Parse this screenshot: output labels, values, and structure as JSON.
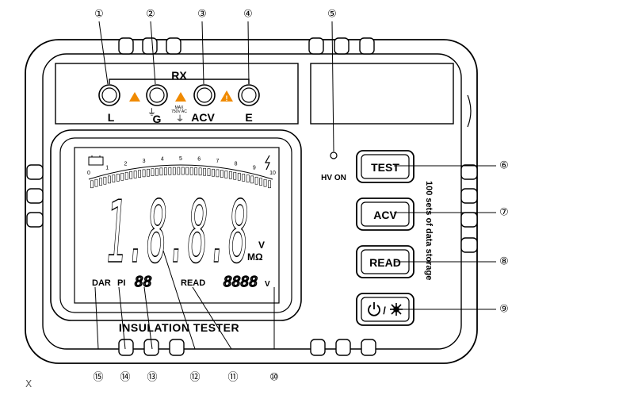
{
  "terminals": {
    "group_label": "RX",
    "l": "L",
    "g": "G",
    "acv": "ACV",
    "e": "E",
    "max_line1": "MAX",
    "max_line2": "750V AC"
  },
  "hv_on": "HV ON",
  "buttons": {
    "test": "TEST",
    "acv": "ACV",
    "read": "READ",
    "power_sep": "/"
  },
  "side_text": "100 sets of data storage",
  "lcd": {
    "main_digits": "1.8.8.8",
    "unit_v": "V",
    "unit_mohm": "MΩ",
    "dar": "DAR",
    "pi": "PI",
    "small_digits": "88",
    "read": "READ",
    "aux_digits": "8888",
    "aux_unit": "V",
    "scale_ticks": [
      "0",
      "1",
      "2",
      "3",
      "4",
      "5",
      "6",
      "7",
      "8",
      "9",
      "10"
    ]
  },
  "product_name": "INSULATION TESTER",
  "callouts": [
    "①",
    "②",
    "③",
    "④",
    "⑤",
    "⑥",
    "⑦",
    "⑧",
    "⑨",
    "⑩",
    "⑪",
    "⑫",
    "⑬",
    "⑭",
    "⑮"
  ],
  "corner_mark": "X",
  "colors": {
    "warning": "#f08a00",
    "outline": "#000000"
  }
}
